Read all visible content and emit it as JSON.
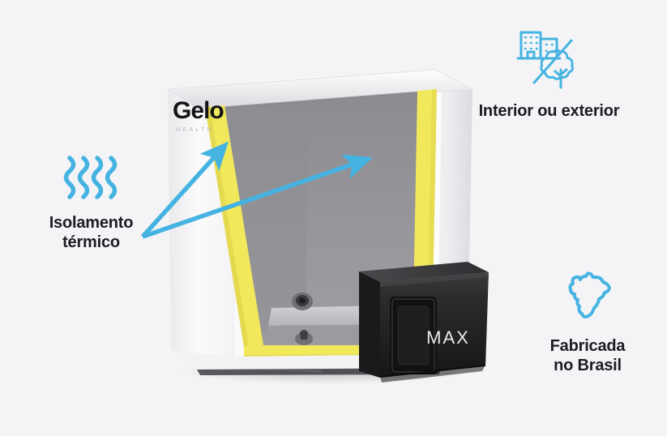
{
  "background_color": "#f4f4f6",
  "accent_blue": "#45b3e2",
  "insulation_yellow": "#f2e85c",
  "text_color": "#1c1c22",
  "callouts": {
    "insulation": {
      "icon": "heat-waves-icon",
      "label": "Isolamento\ntérmico"
    },
    "location": {
      "icon": "building-and-tree-icon",
      "label": "Interior ou exterior"
    },
    "origin": {
      "icon": "brazil-map-icon",
      "label": "Fabricada\nno Brasil"
    }
  },
  "product": {
    "name": "ice-bath-tub",
    "brand_logo": "Gelo",
    "brand_sublabel": "HEALTH",
    "chiller_module_label": "MAX",
    "body_color": "#ffffff",
    "interior_color": "#8e8e93",
    "chiller_color": "#232323"
  },
  "annotations": {
    "arrow_count": 2,
    "arrow_color": "#45b3e2",
    "arrow_target": "insulation-strips"
  }
}
